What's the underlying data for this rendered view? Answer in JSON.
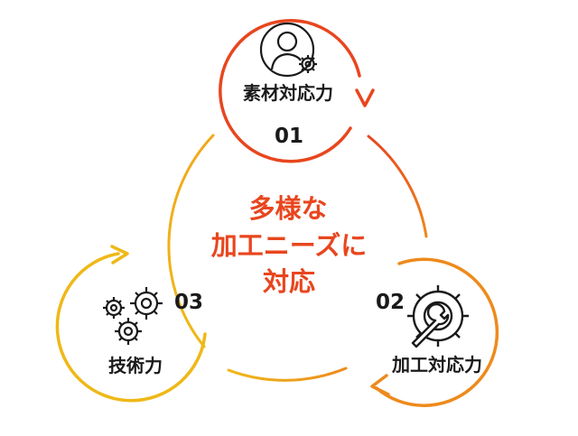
{
  "center": {
    "line1": "多様な",
    "line2": "加工ニーズに",
    "line3": "対応"
  },
  "nodes": [
    {
      "number": "01",
      "label": "素材対応力",
      "icon": "person-gear-icon",
      "color": "#e8461e"
    },
    {
      "number": "02",
      "label": "加工対応力",
      "icon": "wrench-gear-icon",
      "color": "#ee8a1c"
    },
    {
      "number": "03",
      "label": "技術力",
      "icon": "gears-icon",
      "color": "#efb817"
    }
  ],
  "colors": {
    "red": "#e8461e",
    "orange": "#ee8a1c",
    "yellow": "#efb817",
    "text": "#1a1a1a"
  }
}
